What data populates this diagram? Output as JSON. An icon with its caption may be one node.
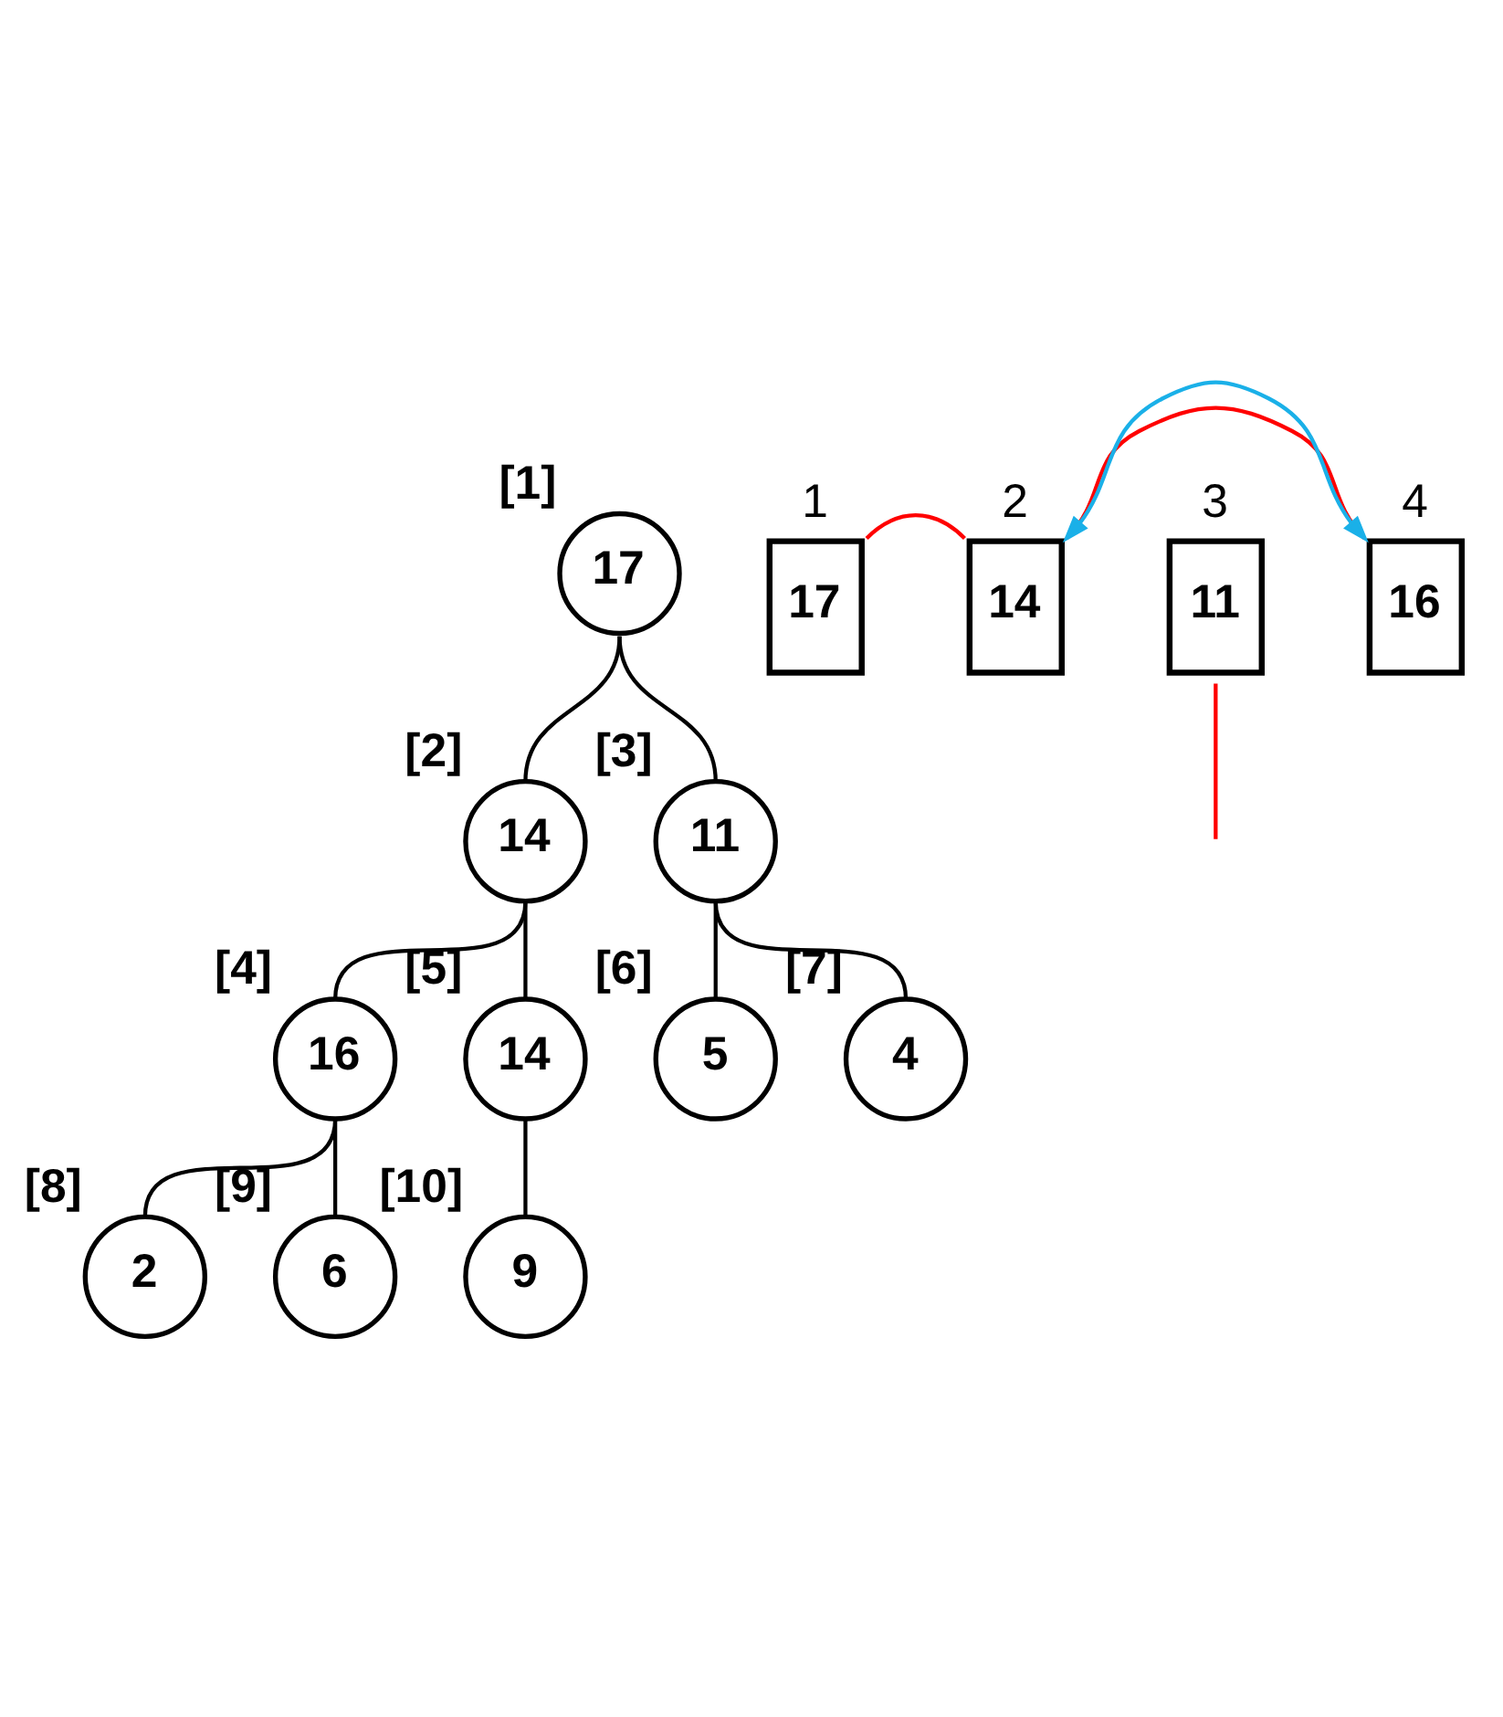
{
  "diagram": {
    "nodes": [
      {
        "text": [
          "17"
        ],
        "beside": [
          "[1]"
        ]
      },
      {
        "text": [
          "14"
        ],
        "beside": [
          "[2]"
        ]
      },
      {
        "text": [
          "11"
        ],
        "beside": [
          "[3]"
        ]
      },
      {
        "text": [
          "16"
        ],
        "beside": [
          "[4]"
        ]
      },
      {
        "text": [
          "14"
        ],
        "beside": [
          "[5]"
        ]
      },
      {
        "text": [
          "5"
        ],
        "beside": [
          "[6]"
        ]
      },
      {
        "text": [
          "4"
        ],
        "beside": [
          "[7]"
        ]
      },
      {
        "text": [
          "2"
        ],
        "beside": [
          "[8]"
        ]
      },
      {
        "text": [
          "6"
        ],
        "beside": [
          "[9]"
        ]
      },
      {
        "text": [
          "9"
        ],
        "beside": [
          "[10]"
        ]
      },
      {
        "text": [
          "17"
        ],
        "beside": [
          "1"
        ]
      },
      {
        "text": [
          "14"
        ],
        "beside": [
          "2"
        ]
      },
      {
        "text": [
          "11"
        ],
        "beside": [
          "3"
        ]
      },
      {
        "text": [
          "16"
        ],
        "beside": [
          "4"
        ]
      }
    ],
    "edges": [
      {
        "from": 0,
        "to": 1,
        "arrow": "none"
      },
      {
        "from": 0,
        "to": 2,
        "arrow": "none"
      },
      {
        "from": 1,
        "to": 3,
        "arrow": "none"
      },
      {
        "from": 1,
        "to": 4,
        "arrow": "none"
      },
      {
        "from": 2,
        "to": 5,
        "arrow": "none"
      },
      {
        "from": 2,
        "to": 6,
        "arrow": "none"
      },
      {
        "from": 3,
        "to": 7,
        "arrow": "none"
      },
      {
        "from": 3,
        "to": 8,
        "arrow": "none"
      },
      {
        "from": 4,
        "to": 9,
        "arrow": "none"
      },
      {
        "from": 10,
        "to": 11,
        "arrow": "none",
        "color": "#ff0000"
      },
      {
        "from": 11,
        "to": 13,
        "arrow": "none",
        "color": "#ff0000"
      },
      {
        "from": 12,
        "to": null,
        "arrow": "none",
        "color": "#ff0000"
      },
      {
        "from": 11,
        "to": 13,
        "arrow": "both",
        "color": "#1ab0e8"
      }
    ]
  }
}
